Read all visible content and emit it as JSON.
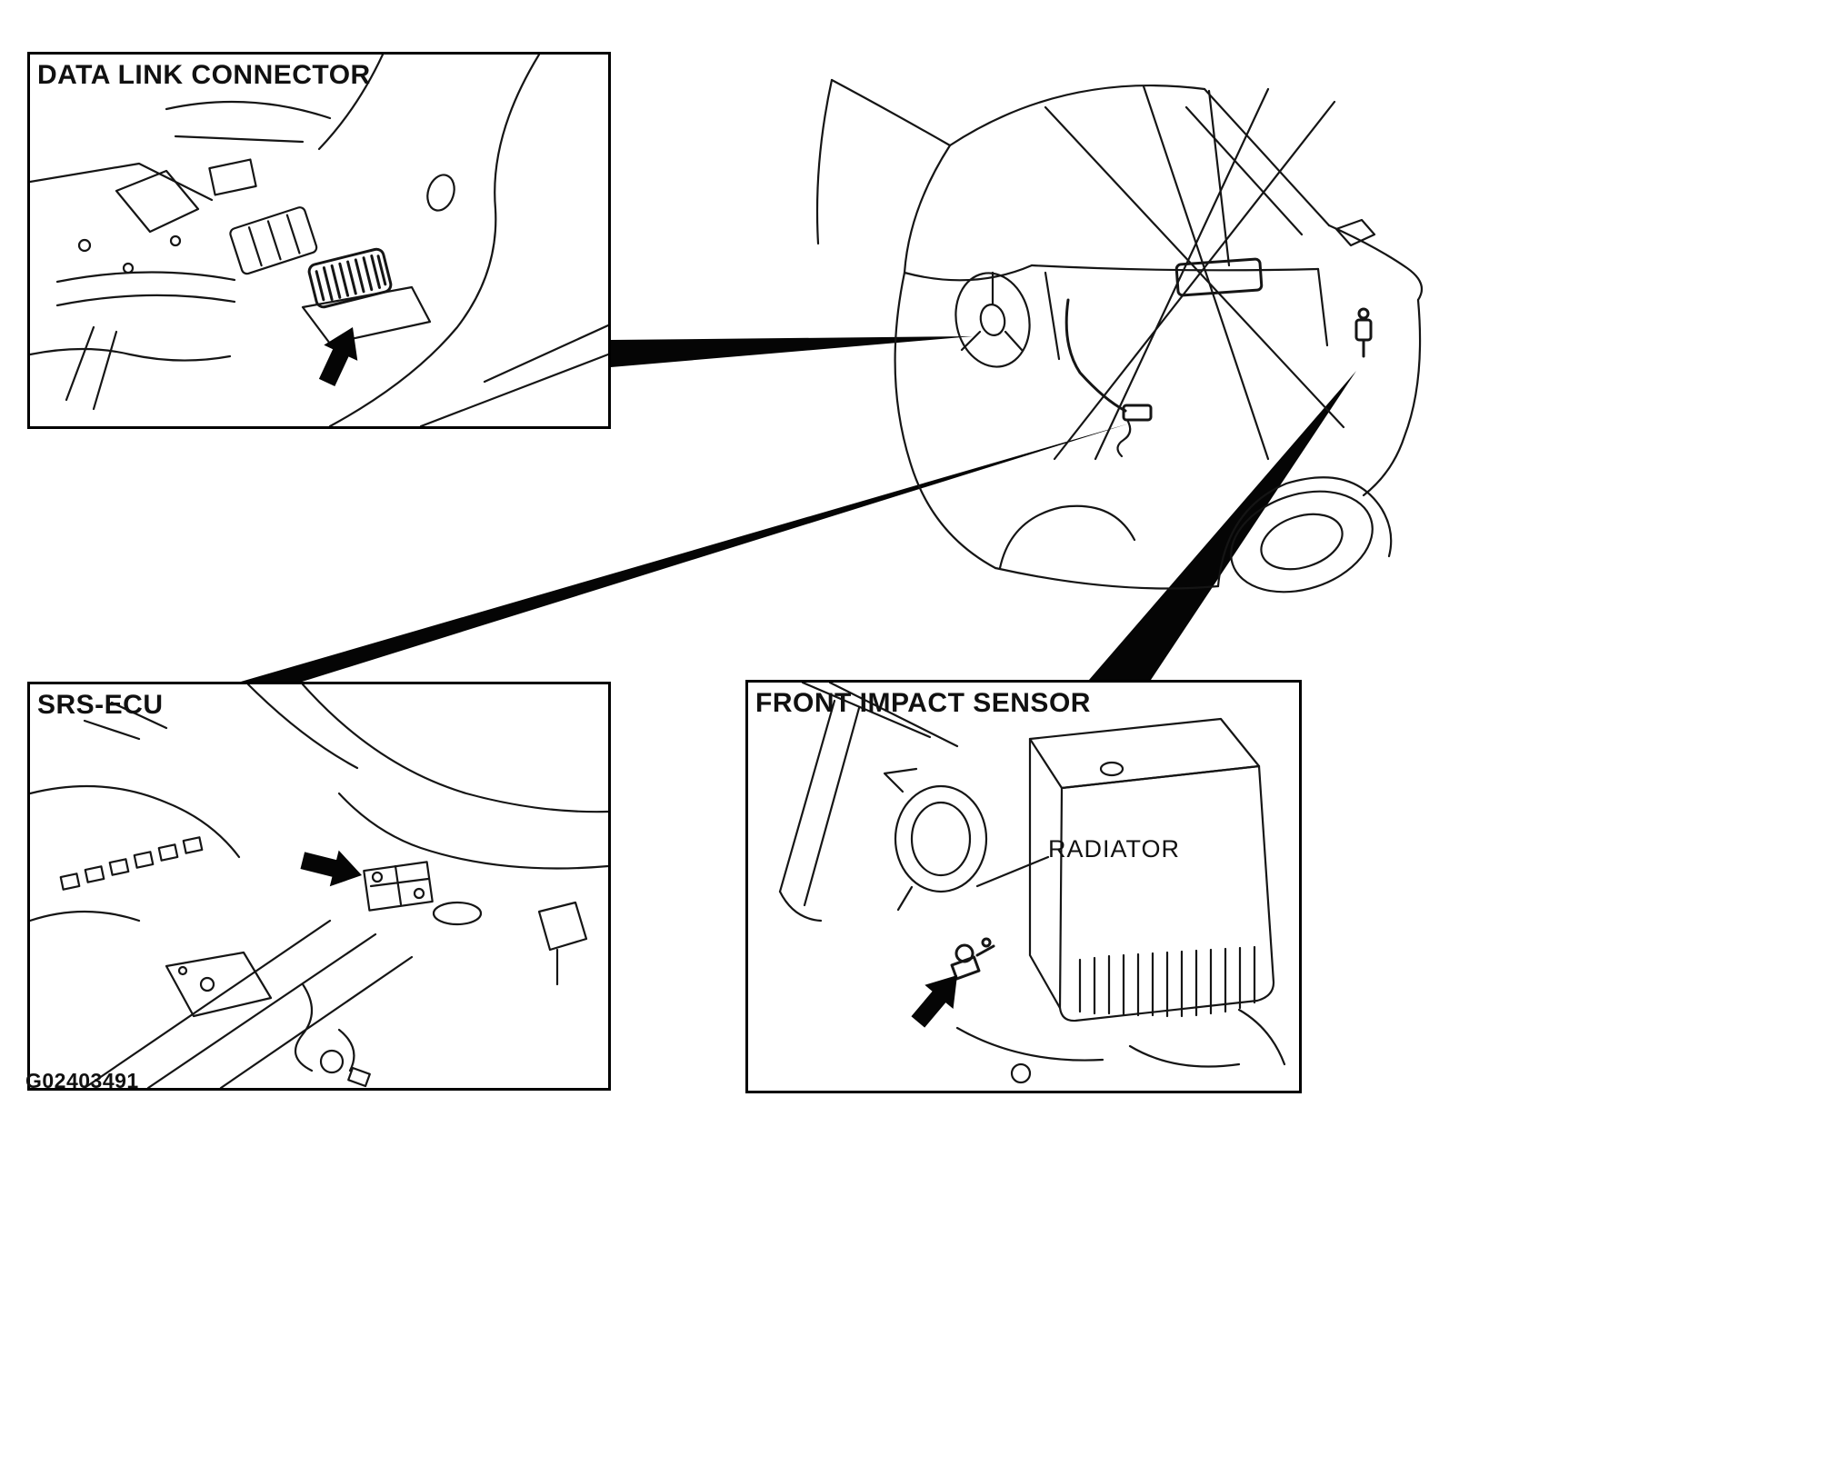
{
  "figure": {
    "id": "G02403491"
  },
  "insets": [
    {
      "label": "DATA LINK CONNECTOR"
    },
    {
      "label": "SRS-ECU"
    },
    {
      "label": "FRONT IMPACT SENSOR"
    }
  ],
  "annotations": {
    "radiator_label": "RADIATOR"
  },
  "colors": {
    "line": "#151515",
    "background": "#ffffff",
    "callout": "#000000"
  }
}
